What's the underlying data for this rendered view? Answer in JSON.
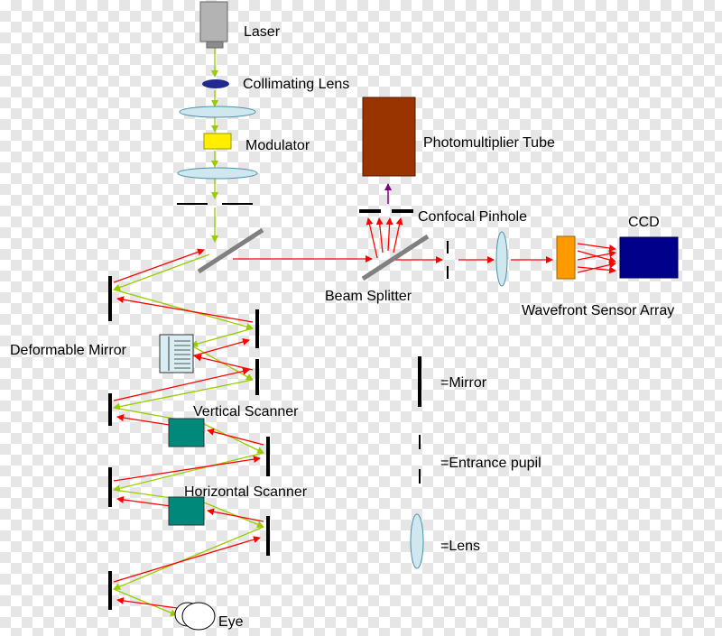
{
  "labels": {
    "laser": "Laser",
    "collimating_lens": "Collimating Lens",
    "modulator": "Modulator",
    "photomultiplier_tube": "Photomultiplier Tube",
    "confocal_pinhole": "Confocal Pinhole",
    "ccd": "CCD",
    "beam_splitter": "Beam Splitter",
    "wavefront_sensor_array": "Wavefront Sensor Array",
    "deformable_mirror": "Deformable Mirror",
    "vertical_scanner": "Vertical Scanner",
    "horizontal_scanner": "Horizontal Scanner",
    "eye": "Eye"
  },
  "legend": {
    "mirror": "=Mirror",
    "entrance_pupil": "=Entrance pupil",
    "lens": "=Lens"
  },
  "colors": {
    "incoming_beam": "#99cc00",
    "return_beam": "#ff0000",
    "mirror": "#000000",
    "beam_splitter": "#808080",
    "lens_fill": "#cfe8f0",
    "lens_stroke": "#4a90a8",
    "laser_body": "#b3b3b3",
    "collimating_lens": "#1f2a8c",
    "modulator": "#ffee00",
    "photomultiplier_tube": "#993300",
    "wavefront_sensor": "#ff9900",
    "ccd": "#00008b",
    "scanner": "#00897b",
    "deformable_mirror": "#d8eef2",
    "pmt_arrow": "#800080"
  }
}
